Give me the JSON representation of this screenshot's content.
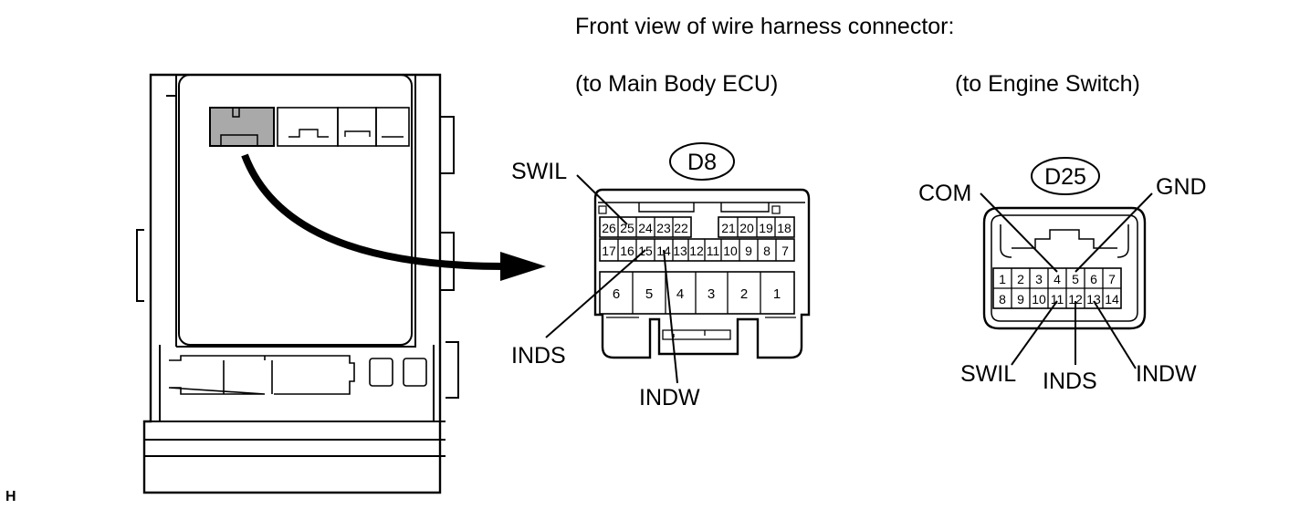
{
  "title": "Front view of wire harness connector:",
  "figure_code": "H",
  "connectors": [
    {
      "code": "D8",
      "to": "(to Main Body ECU)",
      "pins": [
        "1",
        "2",
        "3",
        "4",
        "5",
        "6",
        "7",
        "8",
        "9",
        "10",
        "11",
        "12",
        "13",
        "14",
        "15",
        "16",
        "17",
        "18",
        "19",
        "20",
        "21",
        "22",
        "23",
        "24",
        "25",
        "26"
      ],
      "callouts": {
        "swil": "SWIL",
        "inds": "INDS",
        "indw": "INDW"
      }
    },
    {
      "code": "D25",
      "to": "(to Engine Switch)",
      "pins": [
        "1",
        "2",
        "3",
        "4",
        "5",
        "6",
        "7",
        "8",
        "9",
        "10",
        "11",
        "12",
        "13",
        "14"
      ],
      "callouts": {
        "com": "COM",
        "gnd": "GND",
        "swil": "SWIL",
        "inds": "INDS",
        "indw": "INDW"
      }
    }
  ]
}
